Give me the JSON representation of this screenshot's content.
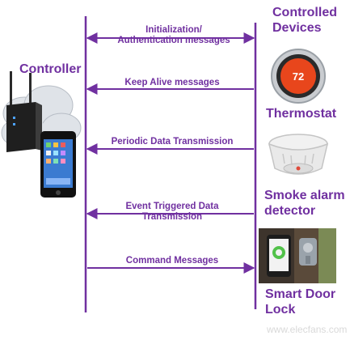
{
  "controller": {
    "title": "Controller"
  },
  "devices": {
    "title_line1": "Controlled",
    "title_line2": "Devices",
    "thermostat": {
      "label": "Thermostat",
      "display_value": "72"
    },
    "smoke_detector": {
      "label_line1": "Smoke alarm",
      "label_line2": "detector"
    },
    "door_lock": {
      "label_line1": "Smart Door",
      "label_line2": "Lock"
    }
  },
  "messages": [
    {
      "line1": "Initialization/",
      "line2": "Authentication messages",
      "direction": "both"
    },
    {
      "line1": "Keep Alive messages",
      "line2": "",
      "direction": "to-controller"
    },
    {
      "line1": "Periodic Data Transmission",
      "line2": "",
      "direction": "to-controller"
    },
    {
      "line1": "Event Triggered Data",
      "line2": "Transmission",
      "direction": "to-controller"
    },
    {
      "line1": "Command Messages",
      "line2": "",
      "direction": "to-device"
    }
  ],
  "watermark": "www.elecfans.com",
  "colors": {
    "accent": "#7030a0",
    "thermostat_orange": "#e8461c"
  }
}
